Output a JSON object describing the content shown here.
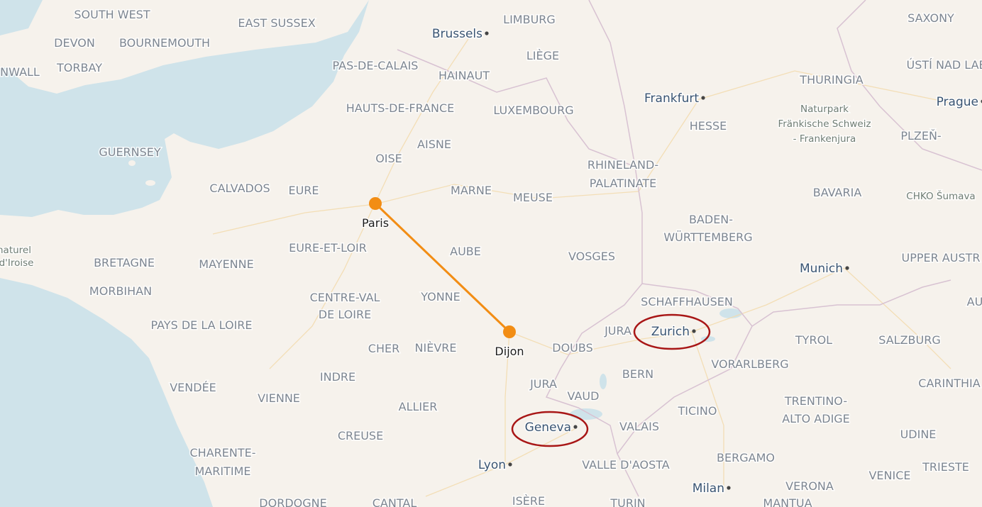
{
  "map": {
    "colors": {
      "land": "#f6f2ec",
      "sea": "#cfe3ea",
      "border": "#d8c2d2",
      "road": "#f3dcb0",
      "region_label": "#7d8691",
      "city_label": "#3a5573",
      "route": "#f28d14",
      "highlight": "#a81616"
    },
    "region_labels": [
      {
        "text": "SOUTH WEST"
      },
      {
        "text": "EAST SUSSEX"
      },
      {
        "text": "DEVON"
      },
      {
        "text": "BOURNEMOUTH"
      },
      {
        "text": "NWALL"
      },
      {
        "text": "TORBAY"
      },
      {
        "text": "GUERNSEY"
      },
      {
        "text": "LIMBURG"
      },
      {
        "text": "LIÈGE"
      },
      {
        "text": "SAXONY"
      },
      {
        "text": "ÚSTÍ NAD LAB"
      },
      {
        "text": "PAS-DE-CALAIS"
      },
      {
        "text": "HAINAUT"
      },
      {
        "text": "THURINGIA"
      },
      {
        "text": "HAUTS-DE-FRANCE"
      },
      {
        "text": "LUXEMBOURG"
      },
      {
        "text": "HESSE"
      },
      {
        "text": "PLZEŇ-"
      },
      {
        "text": "AISNE"
      },
      {
        "text": "OISE"
      },
      {
        "text": "RHINELAND-"
      },
      {
        "text": "PALATINATE"
      },
      {
        "text": "CALVADOS"
      },
      {
        "text": "EURE"
      },
      {
        "text": "MARNE"
      },
      {
        "text": "MEUSE"
      },
      {
        "text": "BAVARIA"
      },
      {
        "text": "BADEN-"
      },
      {
        "text": "WÜRTTEMBERG"
      },
      {
        "text": "BRETAGNE"
      },
      {
        "text": "MAYENNE"
      },
      {
        "text": "EURE-ET-LOIR"
      },
      {
        "text": "AUBE"
      },
      {
        "text": "VOSGES"
      },
      {
        "text": "UPPER AUSTR"
      },
      {
        "text": "MORBIHAN"
      },
      {
        "text": "CENTRE-VAL"
      },
      {
        "text": "DE LOIRE"
      },
      {
        "text": "YONNE"
      },
      {
        "text": "SCHAFFHAUSEN"
      },
      {
        "text": "AU"
      },
      {
        "text": "PAYS DE LA LOIRE"
      },
      {
        "text": "JURA"
      },
      {
        "text": "TYROL"
      },
      {
        "text": "SALZBURG"
      },
      {
        "text": "CHER"
      },
      {
        "text": "NIÈVRE"
      },
      {
        "text": "DOUBS"
      },
      {
        "text": "VORARLBERG"
      },
      {
        "text": "BERN"
      },
      {
        "text": "INDRE"
      },
      {
        "text": "CARINTHIA"
      },
      {
        "text": "VENDÉE"
      },
      {
        "text": "JURA"
      },
      {
        "text": "VIENNE"
      },
      {
        "text": "VAUD"
      },
      {
        "text": "TRENTINO-"
      },
      {
        "text": "ALTO ADIGE"
      },
      {
        "text": "ALLIER"
      },
      {
        "text": "TICINO"
      },
      {
        "text": "VALAIS"
      },
      {
        "text": "UDINE"
      },
      {
        "text": "CREUSE"
      },
      {
        "text": "CHARENTE-"
      },
      {
        "text": "MARITIME"
      },
      {
        "text": "BERGAMO"
      },
      {
        "text": "VALLE D'AOSTA"
      },
      {
        "text": "TRIESTE"
      },
      {
        "text": "VENICE"
      },
      {
        "text": "VERONA"
      },
      {
        "text": "ISÈRE"
      },
      {
        "text": "DORDOGNE"
      },
      {
        "text": "CANTAL"
      },
      {
        "text": "TURIN"
      },
      {
        "text": "MANTUA"
      }
    ],
    "park_labels": [
      {
        "text": "Naturpark"
      },
      {
        "text": "Fränkische Schweiz"
      },
      {
        "text": "- Frankenjura"
      },
      {
        "text": "CHKO Šumava"
      },
      {
        "text": "naturel"
      },
      {
        "text": "d'Iroise"
      }
    ],
    "city_labels": [
      {
        "text": "Brussels"
      },
      {
        "text": "Frankfurt"
      },
      {
        "text": "Prague"
      },
      {
        "text": "Munich"
      },
      {
        "text": "Zurich"
      },
      {
        "text": "Geneva"
      },
      {
        "text": "Lyon"
      },
      {
        "text": "Milan"
      }
    ],
    "route": {
      "start": {
        "name": "Paris"
      },
      "end": {
        "name": "Dijon"
      }
    },
    "highlighted": [
      "Zurich",
      "Geneva"
    ]
  }
}
